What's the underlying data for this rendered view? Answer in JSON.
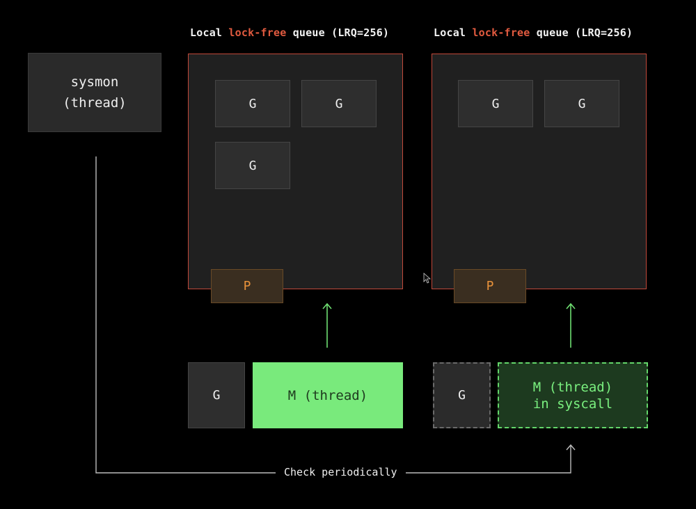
{
  "queue_label": {
    "prefix": "Local ",
    "highlight": "lock-free",
    "suffix": " queue (LRQ=256)"
  },
  "sysmon": {
    "label": "sysmon\n(thread)"
  },
  "left_queue": {
    "goroutines": [
      "G",
      "G",
      "G"
    ],
    "processor": "P"
  },
  "right_queue": {
    "goroutines": [
      "G",
      "G"
    ],
    "processor": "P"
  },
  "left_bottom": {
    "goroutine": "G",
    "machine": "M (thread)"
  },
  "right_bottom": {
    "goroutine": "G",
    "machine": "M (thread)\nin syscall"
  },
  "check_label": "Check periodically",
  "colors": {
    "highlight": "#e05a3f",
    "queue_border": "#c2493a",
    "processor": "#e8923a",
    "machine_active": "#79ea7c",
    "machine_syscall_border": "#63d66a",
    "arrow_green": "#6fe072",
    "connector_gray": "#bdbdbd"
  }
}
